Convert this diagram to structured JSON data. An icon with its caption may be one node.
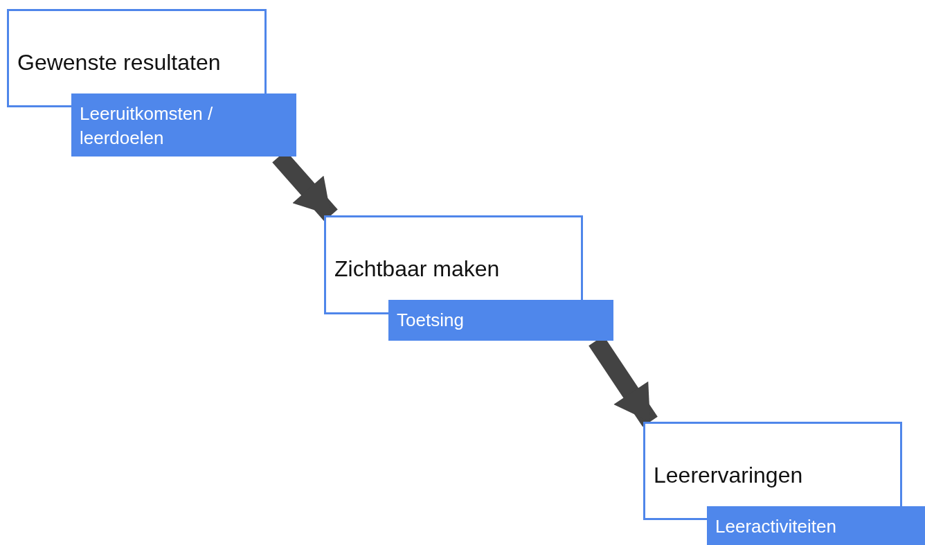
{
  "diagram": {
    "nodes": [
      {
        "text": [
          "Gewenste resultaten"
        ]
      },
      {
        "text": [
          "Leeruitkomsten / leerdoelen"
        ]
      },
      {
        "text": [
          "Zichtbaar maken"
        ]
      },
      {
        "text": [
          "Toetsing"
        ]
      },
      {
        "text": [
          "Leerervaringen"
        ]
      },
      {
        "text": [
          "Leeractiviteiten"
        ]
      }
    ],
    "edges": [
      {
        "from": 1,
        "to": 2,
        "arrow": "to"
      },
      {
        "from": 3,
        "to": 4,
        "arrow": "to"
      }
    ]
  }
}
